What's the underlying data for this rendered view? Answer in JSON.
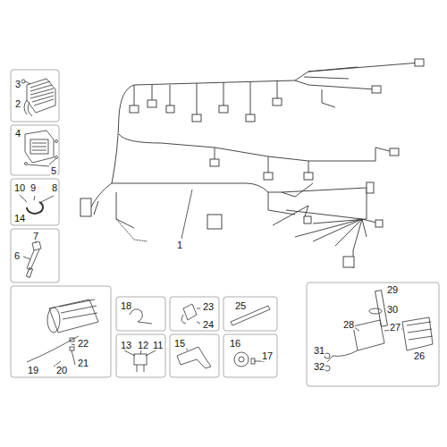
{
  "diagram": {
    "labels": [
      "3",
      "2",
      "4",
      "5",
      "10",
      "9",
      "8",
      "14",
      "7",
      "6",
      "1",
      "29",
      "30",
      "28",
      "27",
      "31",
      "32",
      "26",
      "22",
      "21",
      "20",
      "19",
      "18",
      "23",
      "24",
      "25",
      "13",
      "12",
      "11",
      "15",
      "16",
      "17"
    ]
  }
}
